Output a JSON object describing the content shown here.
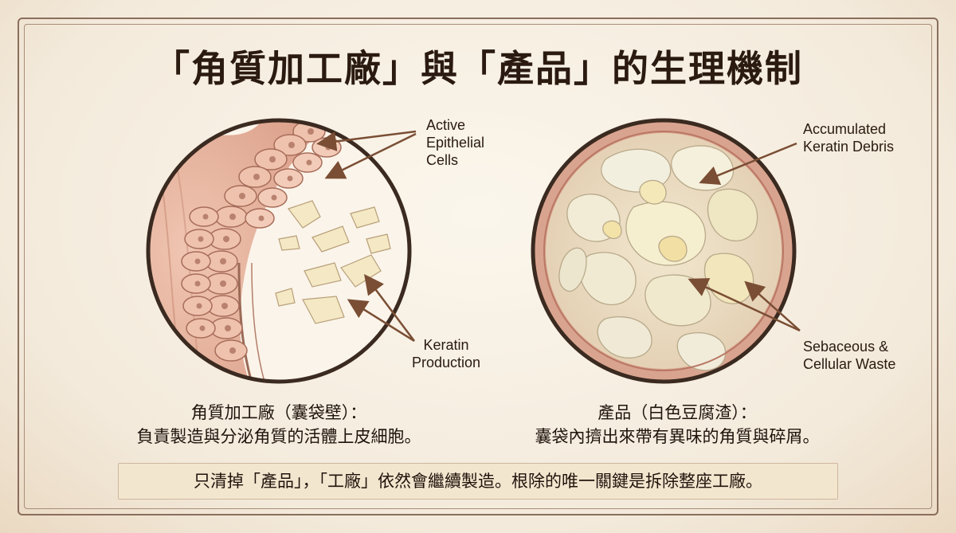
{
  "title": "「角質加工廠」與「產品」的生理機制",
  "left_panel": {
    "label_active": [
      "Active",
      "Epithelial",
      "Cells"
    ],
    "label_keratin": [
      "Keratin",
      "Production"
    ],
    "caption_line1": "角質加工廠（囊袋壁）：",
    "caption_line2": "負責製造與分泌角質的活體上皮細胞。"
  },
  "right_panel": {
    "label_accumulated": [
      "Accumulated",
      "Keratin Debris"
    ],
    "label_sebaceous": [
      "Sebaceous &",
      "Cellular Waste"
    ],
    "caption_line1": "產品（白色豆腐渣）：",
    "caption_line2": "囊袋內擠出來帶有異味的角質與碎屑。"
  },
  "banner": "只清掉「產品」，「工廠」依然會繼續製造。根除的唯一關鍵是拆除整座工廠。",
  "colors": {
    "background": "#f6efe2",
    "frame": "#8a6e5c",
    "tissue": "#e8b8a2",
    "cell": "#efc2ae",
    "nucleus": "#b9826e",
    "keratin": "#f4e9c4",
    "arrow": "#7a4e34"
  }
}
